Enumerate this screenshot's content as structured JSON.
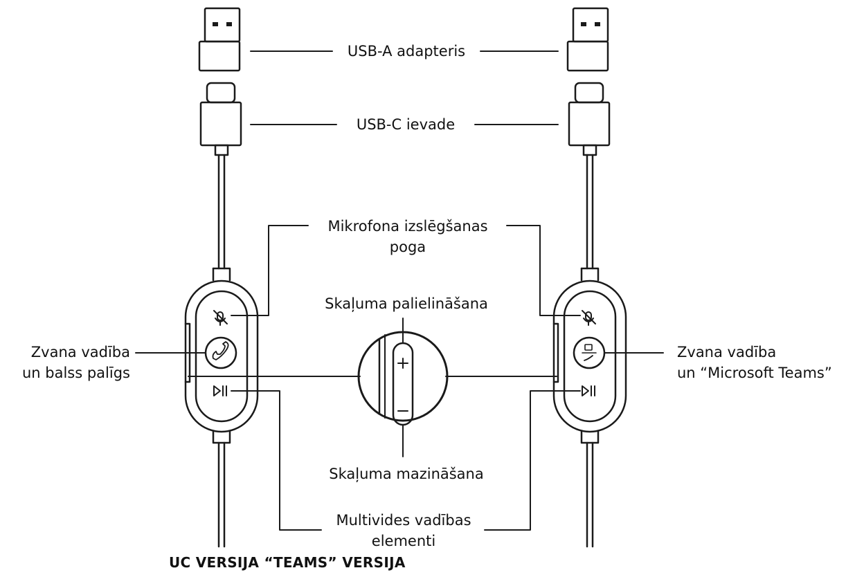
{
  "labels": {
    "usb_a": "USB-A adapteris",
    "usb_c": "USB-C ievade",
    "mute_line1": "Mikrofona izslēgšanas",
    "mute_line2": "poga",
    "vol_up": "Skaļuma palielināšana",
    "vol_down": "Skaļuma mazināšana",
    "call_left_line1": "Zvana vadība",
    "call_left_line2": "un balss palīgs",
    "call_right_line1": "Zvana vadība",
    "call_right_line2": "un “Microsoft Teams”",
    "media_line1": "Multivides vadības",
    "media_line2": "elementi"
  },
  "versions": {
    "uc": "UC VERSIJA",
    "teams": "“TEAMS” VERSIJA"
  },
  "icons": {
    "mute": "mic-mute-icon",
    "call": "phone-icon",
    "teams_call": "teams-phone-icon",
    "play_pause": "play-pause-icon",
    "plus": "plus-icon",
    "minus": "minus-icon"
  }
}
